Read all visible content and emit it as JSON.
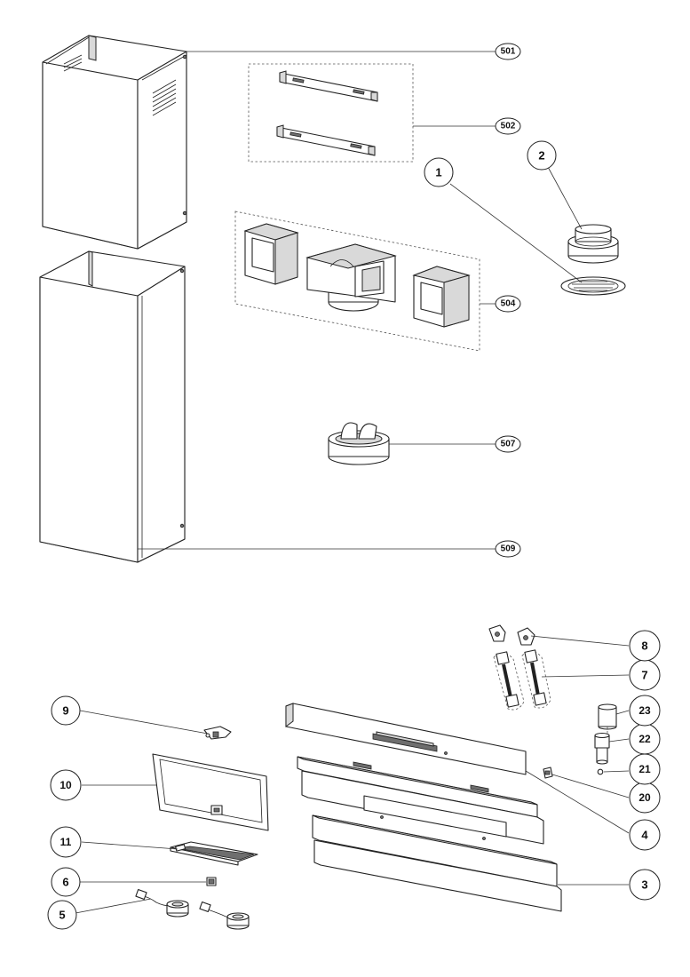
{
  "callouts": {
    "c501": "501",
    "c502": "502",
    "c504": "504",
    "c507": "507",
    "c509": "509",
    "c1": "1",
    "c2": "2",
    "c3": "3",
    "c4": "4",
    "c5": "5",
    "c6": "6",
    "c7": "7",
    "c8": "8",
    "c9": "9",
    "c10": "10",
    "c11": "11",
    "c20": "20",
    "c21": "21",
    "c22": "22",
    "c23": "23"
  },
  "colors": {
    "line": "#222222",
    "fill": "#ffffff",
    "shade": "#d9d9d9",
    "dark": "#6e6e6e"
  }
}
